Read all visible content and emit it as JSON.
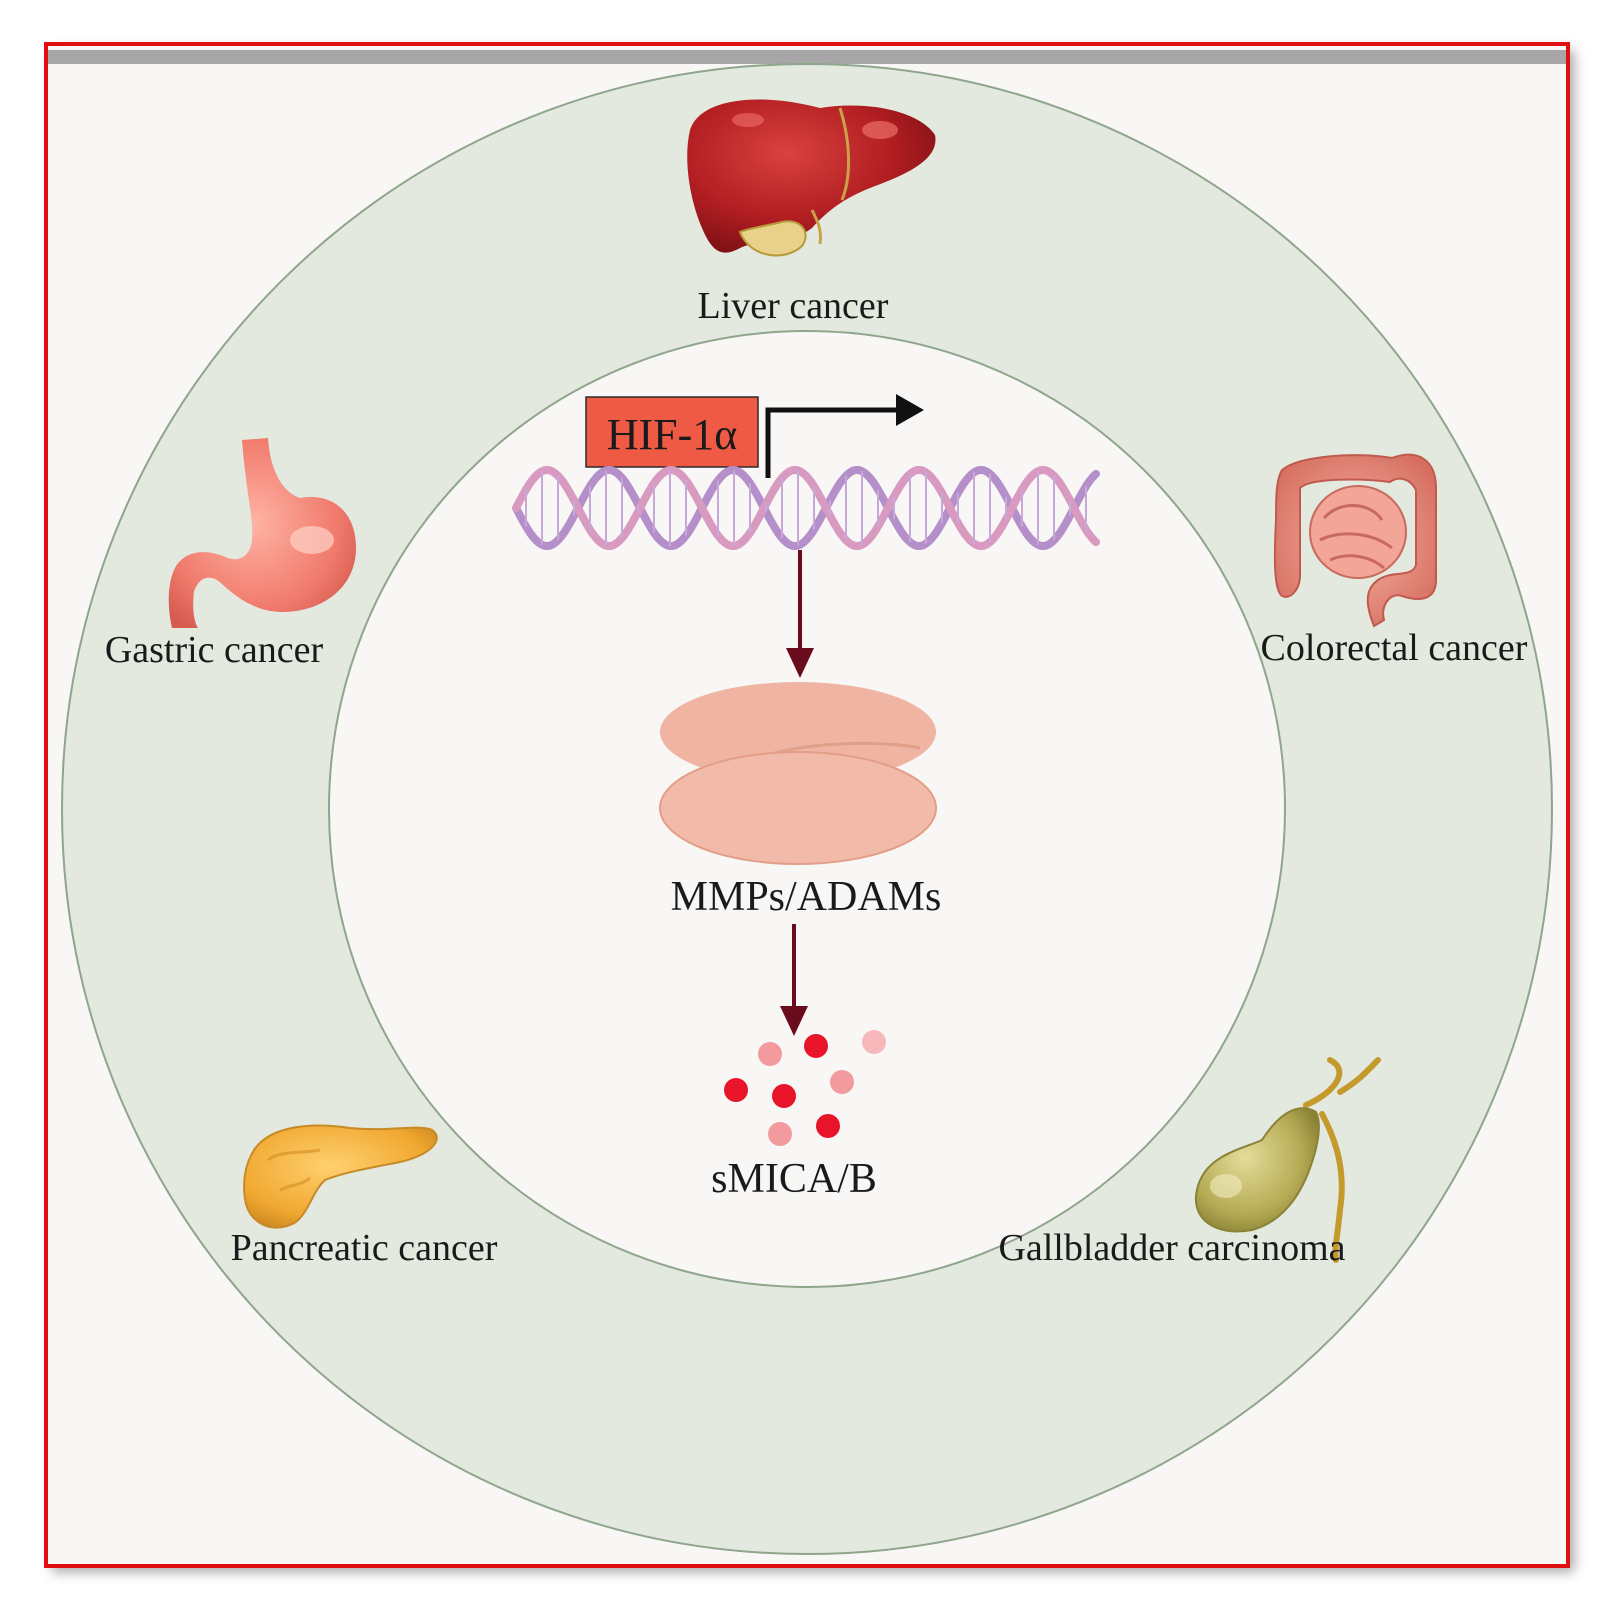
{
  "colors": {
    "frame_border": "#e01010",
    "outer_ring": "#e3e9df",
    "ring_stroke": "#8fa58c",
    "inner_bg": "#f8f7f5",
    "hif_box": "#ef5a44",
    "arrow": "#6b0c1c",
    "enzyme": "#efb4a2"
  },
  "diagram": {
    "organs": {
      "liver": {
        "label": "Liver cancer",
        "icon": "liver-icon"
      },
      "gastric": {
        "label": "Gastric cancer",
        "icon": "stomach-icon"
      },
      "colorectal": {
        "label": "Colorectal cancer",
        "icon": "intestine-icon"
      },
      "pancreatic": {
        "label": "Pancreatic cancer",
        "icon": "pancreas-icon"
      },
      "gallbladder": {
        "label": "Gallbladder carcinoma",
        "icon": "gallbladder-icon"
      }
    },
    "pathway": {
      "transcription_factor": "HIF-1α",
      "dna_icon": "dna-helix-icon",
      "enzyme": "MMPs/ADAMs",
      "product": "sMICA/B"
    }
  }
}
